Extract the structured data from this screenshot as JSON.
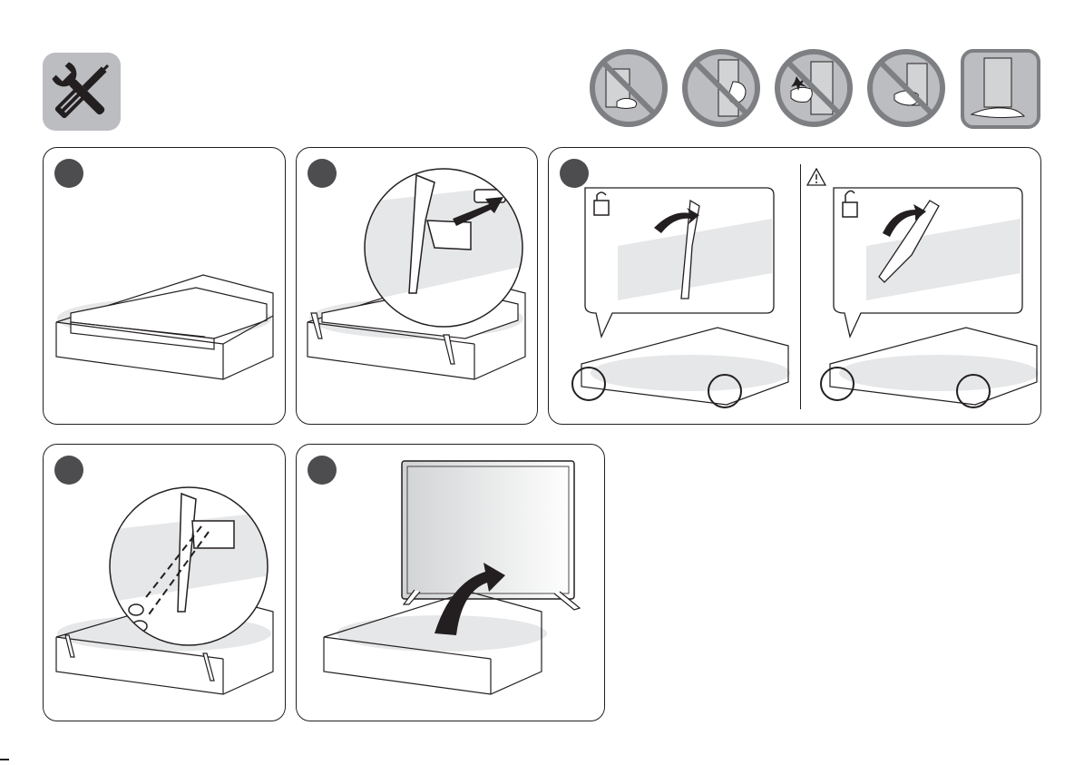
{
  "header": {
    "tools_icon": "screwdriver-wrench-icon",
    "handling_icons": [
      {
        "name": "no-grip-bottom-edge-icon",
        "allowed": false
      },
      {
        "name": "no-grip-side-edge-icon",
        "allowed": false
      },
      {
        "name": "no-press-panel-icon",
        "allowed": false
      },
      {
        "name": "no-grip-corner-icon",
        "allowed": false
      },
      {
        "name": "support-from-below-icon",
        "allowed": true
      }
    ]
  },
  "steps": [
    {
      "id": 1,
      "illustration": "tv-face-down-on-cushioned-box"
    },
    {
      "id": 2,
      "illustration": "insert-stand-leg-into-slot"
    },
    {
      "id": 3,
      "illustration": "rotate-legs-lock-and-unlock",
      "lock_icon": "padlock-icon",
      "caution_icon": "caution-triangle-icon"
    },
    {
      "id": 4,
      "illustration": "fasten-leg-with-screws"
    },
    {
      "id": 5,
      "illustration": "lift-tv-upright"
    }
  ],
  "colors": {
    "line": "#231f20",
    "badge": "#4d4d4f",
    "tile_gray": "#bcbdc0",
    "prohibit_gray": "#7d7f82",
    "panel_shade": "#e6e7e8"
  }
}
